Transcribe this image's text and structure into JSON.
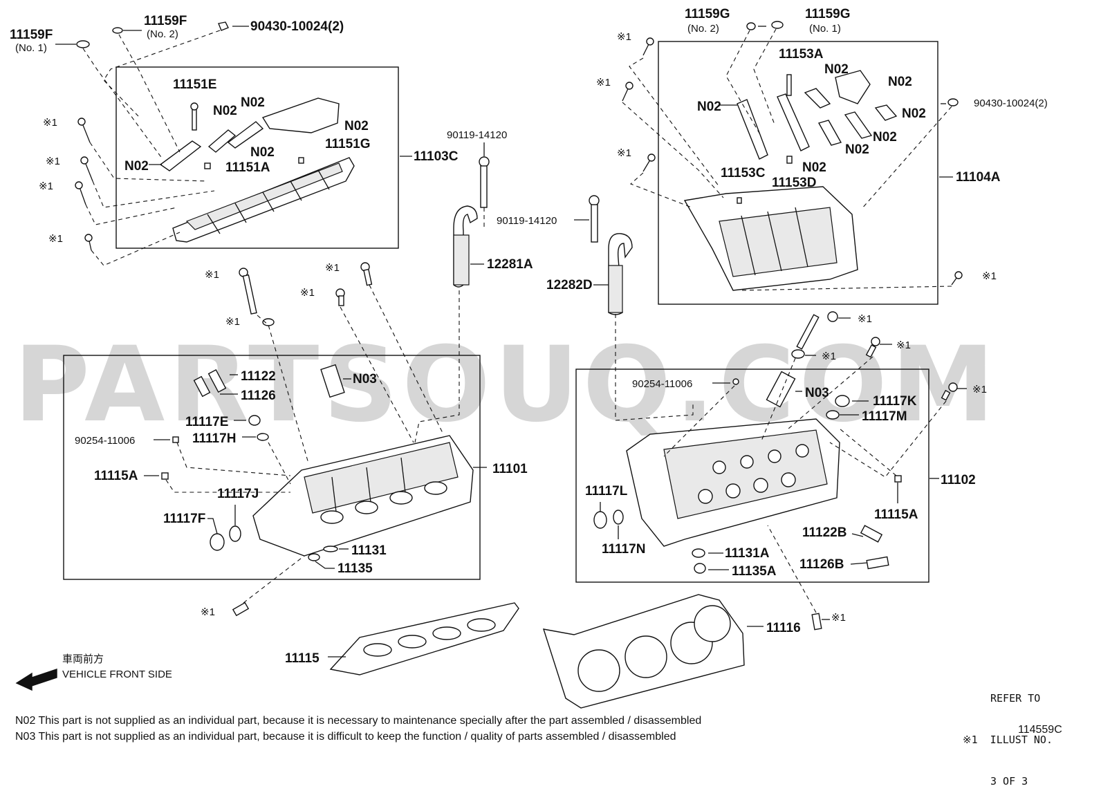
{
  "watermark": "PARTSOUQ.COM",
  "callouts": {
    "c11159F_no1": "11159F",
    "c11159F_no1_sub": "(No. 1)",
    "c11159F_no2": "11159F",
    "c11159F_no2_sub": "(No. 2)",
    "c90430_left": "90430-10024(2)",
    "c11151E": "11151E",
    "c11151A": "11151A",
    "c11151G": "11151G",
    "c11103C": "11103C",
    "n02": "N02",
    "n03": "N03",
    "c90119_a": "90119-14120",
    "c90119_b": "90119-14120",
    "c12281A": "12281A",
    "c12282D": "12282D",
    "c11159G_no2": "11159G",
    "c11159G_no2_sub": "(No. 2)",
    "c11159G_no1": "11159G",
    "c11159G_no1_sub": "(No. 1)",
    "c11153A": "11153A",
    "c11153C": "11153C",
    "c11153D": "11153D",
    "c90430_right": "90430-10024(2)",
    "c11104A": "11104A",
    "mark1": "※1",
    "c11122": "11122",
    "c11126": "11126",
    "c11117E": "11117E",
    "c11117H": "11117H",
    "c90254_left": "90254-11006",
    "c11115A_left": "11115A",
    "c11117J": "11117J",
    "c11117F": "11117F",
    "c11101": "11101",
    "c11131": "11131",
    "c11135": "11135",
    "c90254_right": "90254-11006",
    "c11117K": "11117K",
    "c11117M": "11117M",
    "c11102": "11102",
    "c11115A_right": "11115A",
    "c11117L": "11117L",
    "c11117N": "11117N",
    "c11131A": "11131A",
    "c11135A": "11135A",
    "c11122B": "11122B",
    "c11126B": "11126B",
    "c11115": "11115",
    "c11116": "11116"
  },
  "front_marker": {
    "japanese": "車両前方",
    "english": "VEHICLE FRONT SIDE"
  },
  "refer_note": {
    "line1": "REFER TO",
    "line2": "※1  ILLUST NO.",
    "line3": "3 OF 3"
  },
  "footnotes": {
    "n02": "N02   This part is not supplied as an individual part, because it is necessary to maintenance specially after the part assembled / disassembled",
    "n03": "N03   This part is not supplied as an individual part, because it is difficult to keep the function / quality of parts  assembled / disassembled"
  },
  "illustration_code": "114559C"
}
